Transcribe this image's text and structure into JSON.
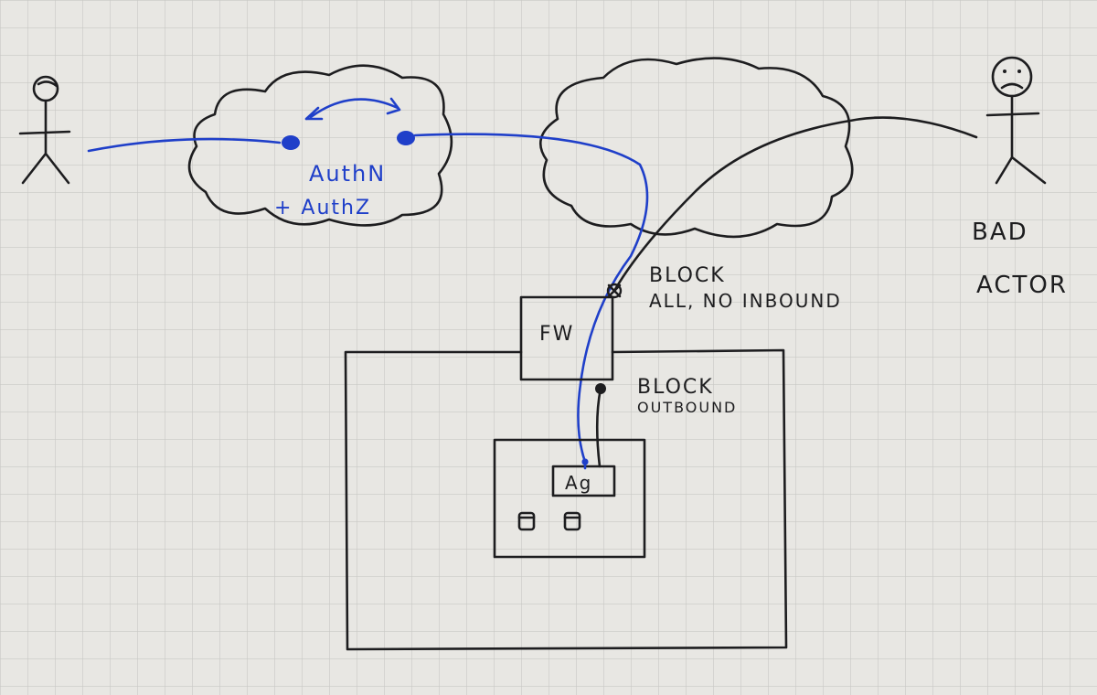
{
  "labels": {
    "authn": "AuthN",
    "authz": "+ AuthZ",
    "block_all_line1": "BLOCK",
    "block_all_line2": "ALL,  NO INBOUND",
    "block_outbound_line1": "BLOCK",
    "block_outbound_line2": "OUTBOUND",
    "firewall": "FW",
    "agent": "Ag",
    "bad_actor_line1": "BAD",
    "bad_actor_line2": "ACTOR"
  },
  "colors": {
    "paper": "#e8e7e3",
    "grid": "#c8c8c4",
    "ink": "#1d1d1f",
    "blue_ink": "#1f3fc9"
  }
}
